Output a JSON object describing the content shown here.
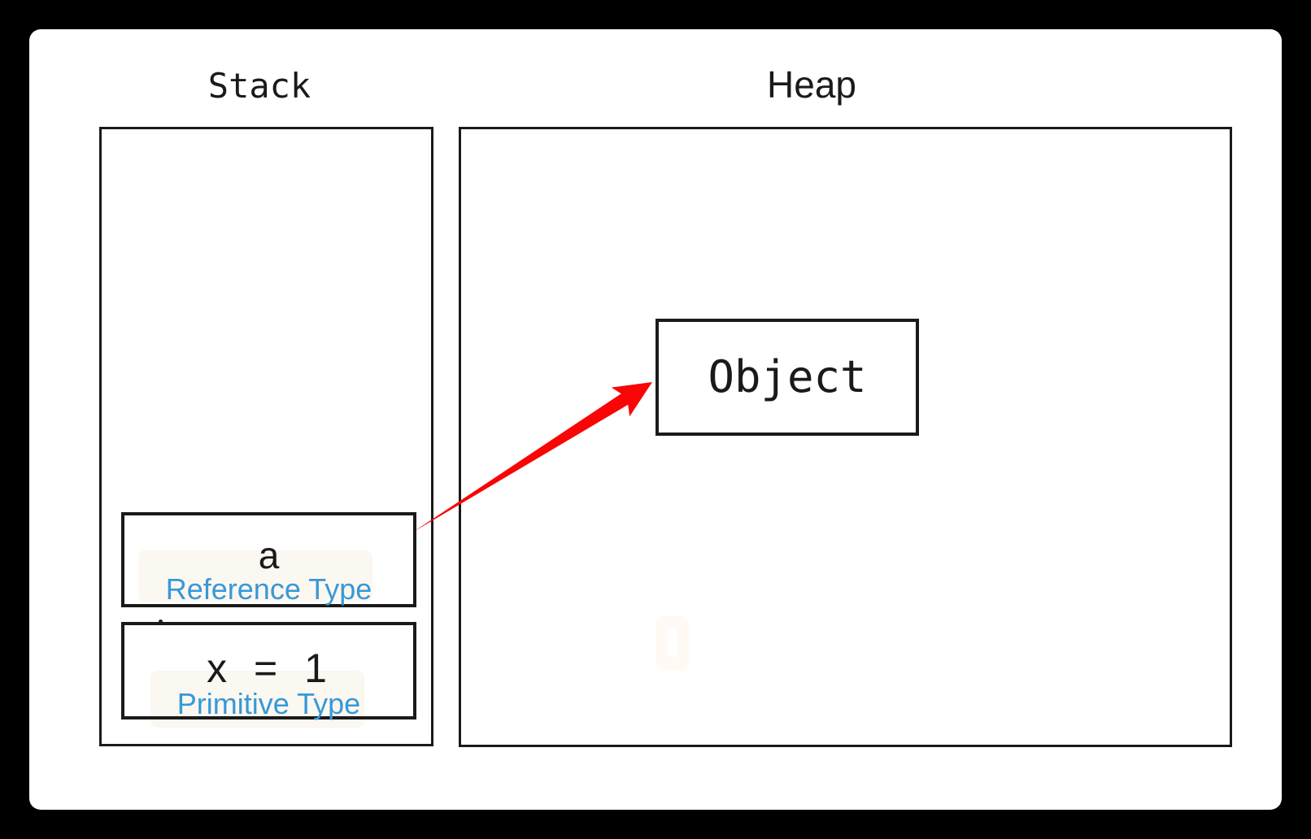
{
  "colors": {
    "page_background": "#000000",
    "panel_background": "#FFFFFF",
    "ink": "#1A1A1A",
    "type_label_blue": "#3799D6",
    "arrow_red": "#F90505"
  },
  "stack": {
    "title": "Stack",
    "items": [
      {
        "name": "a",
        "type_label": "Reference Type"
      },
      {
        "name": "x = 1",
        "type_label": "Primitive Type"
      }
    ]
  },
  "heap": {
    "title": "Heap",
    "objects": [
      {
        "label": "Object"
      }
    ]
  },
  "arrow": {
    "from": "a",
    "to": "Object",
    "color": "#F90505"
  }
}
